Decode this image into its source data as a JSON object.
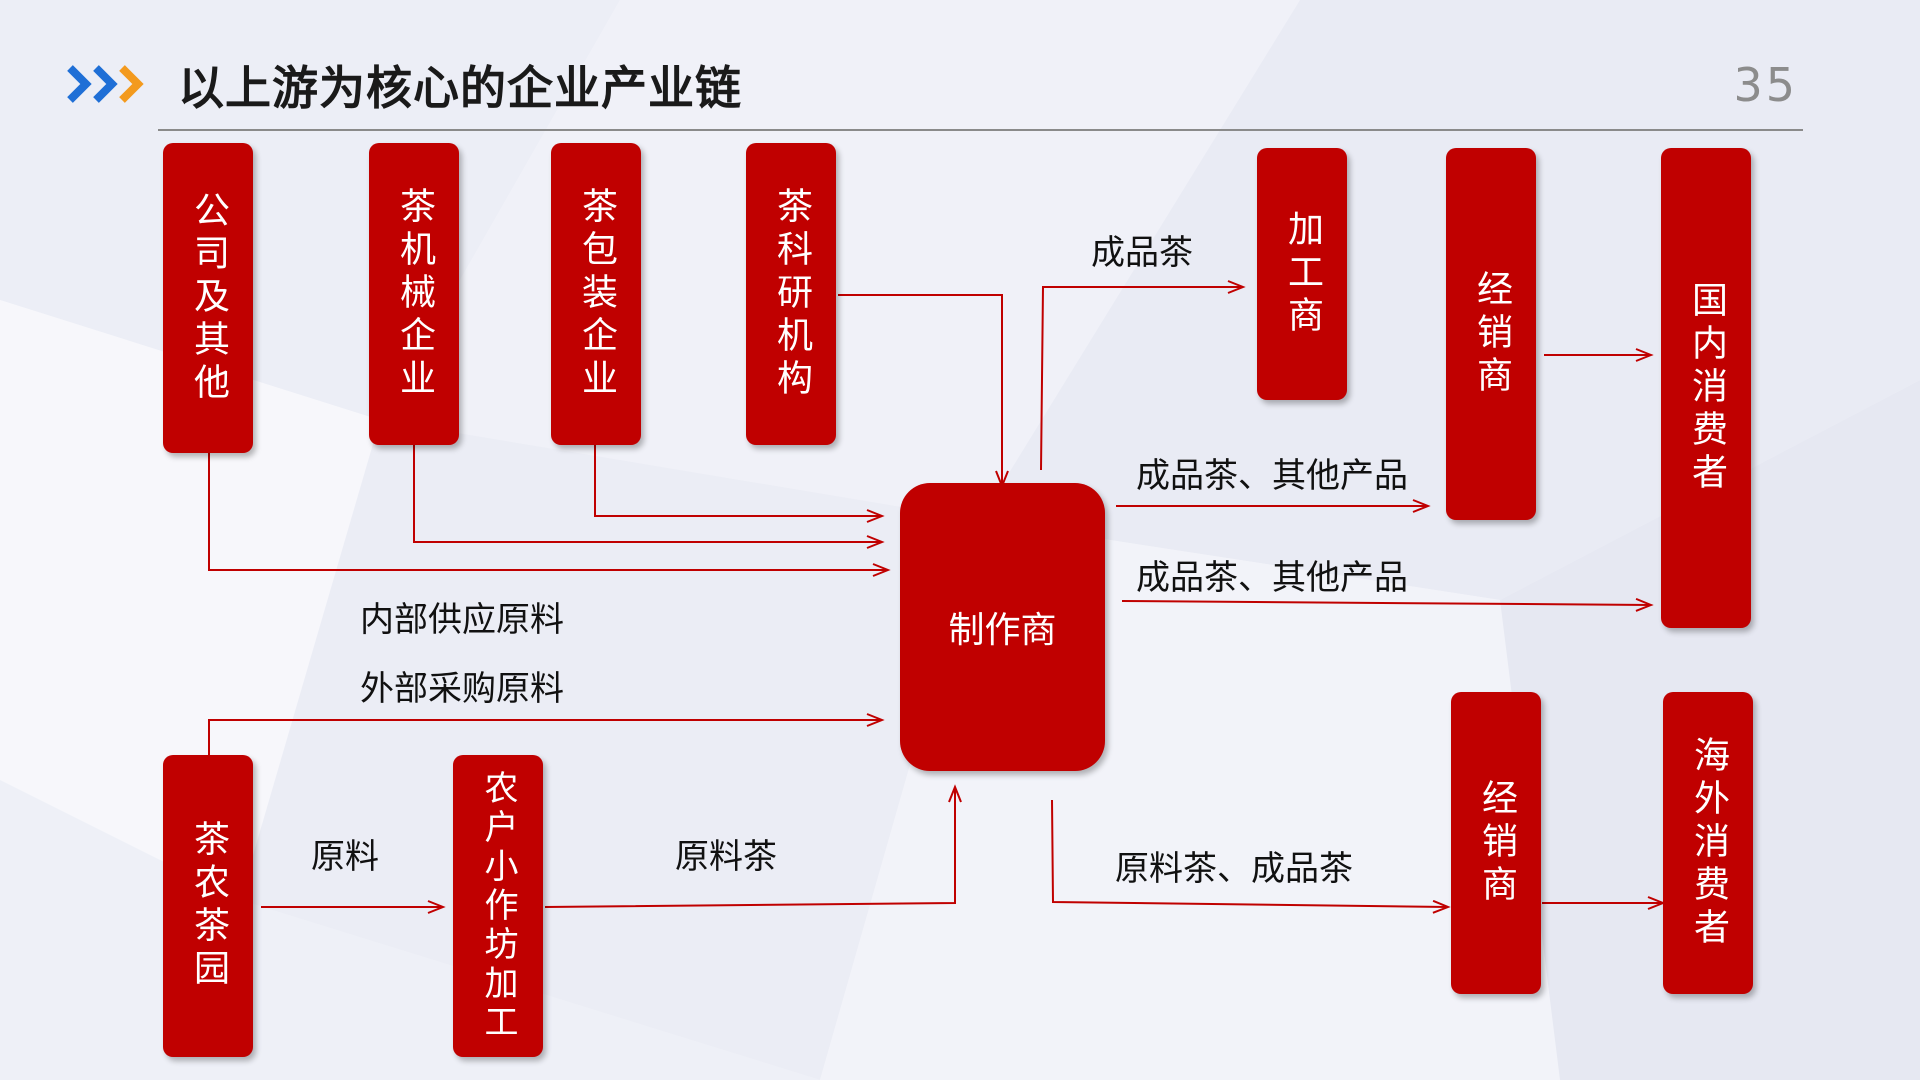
{
  "header": {
    "title": "以上游为核心的企业产业链",
    "page_number": "35"
  },
  "colors": {
    "box_fill": "#c00000",
    "arrow": "#c00000",
    "chevron_blue": "#1f6fd6",
    "chevron_orange": "#f39a1e"
  },
  "boxes": {
    "company_other": "公司及其他",
    "tea_machinery": "茶机械企业",
    "tea_packaging": "茶包装企业",
    "tea_research": "茶科研机构",
    "processor": "加工商",
    "distributor_top": "经销商",
    "domestic_consumer": "国内消费者",
    "maker": "制作商",
    "tea_garden": "茶农茶园",
    "farmer_workshop": "农户小作坊加工",
    "distributor_bottom": "经销商",
    "overseas_consumer": "海外消费者"
  },
  "labels": {
    "finished_tea": "成品茶",
    "finished_and_other_1": "成品茶、其他产品",
    "finished_and_other_2": "成品茶、其他产品",
    "internal_supply": "内部供应原料",
    "external_purchase": "外部采购原料",
    "raw_material": "原料",
    "raw_tea": "原料茶",
    "raw_and_finished": "原料茶、成品茶"
  }
}
